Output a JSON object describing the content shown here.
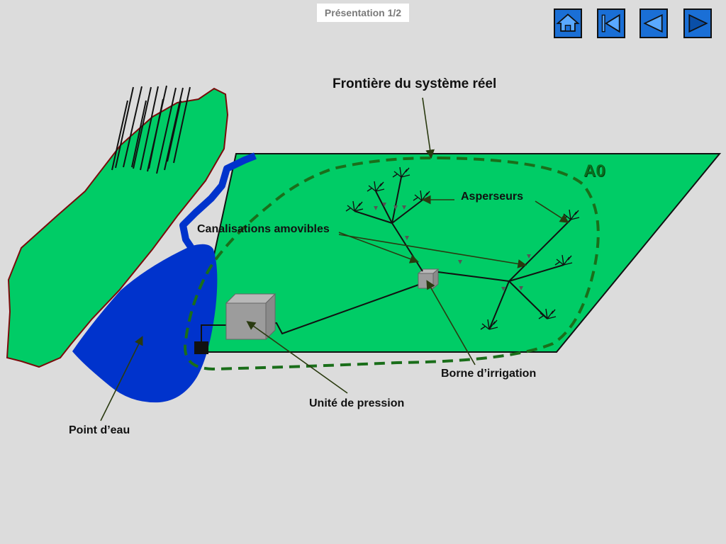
{
  "header": {
    "counter": "Présentation 1/2"
  },
  "nav": {
    "home": "home-icon",
    "first": "skip-back-icon",
    "previous": "triangle-left-icon",
    "next": "triangle-right-icon"
  },
  "diagram": {
    "zone_label": "A0",
    "labels": {
      "boundary": "Frontière du système réel",
      "sprinklers": "Asperseurs",
      "pipes": "Canalisations amovibles",
      "hydrant": "Borne d’irrigation",
      "pressure_unit": "Unité de pression",
      "water_point": "Point d’eau"
    }
  },
  "colors": {
    "background": "#dcdcdc",
    "field": "#00cc66",
    "water": "#0033cc",
    "boundary": "#1a6e1a",
    "nav_button": "#1a6fd6"
  }
}
